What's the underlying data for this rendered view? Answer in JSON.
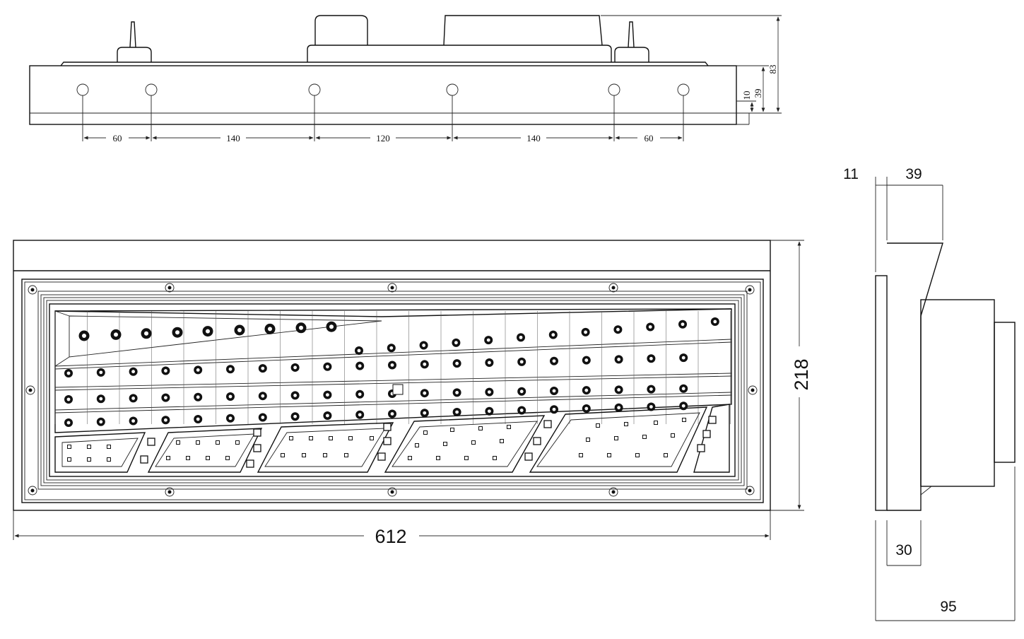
{
  "top_view": {
    "spacings": [
      "60",
      "140",
      "120",
      "140",
      "60"
    ],
    "heights": [
      "10",
      "39",
      "83"
    ]
  },
  "front_view": {
    "width": "612",
    "height": "218"
  },
  "side_view": {
    "dims": [
      "11",
      "39",
      "30",
      "95"
    ]
  }
}
